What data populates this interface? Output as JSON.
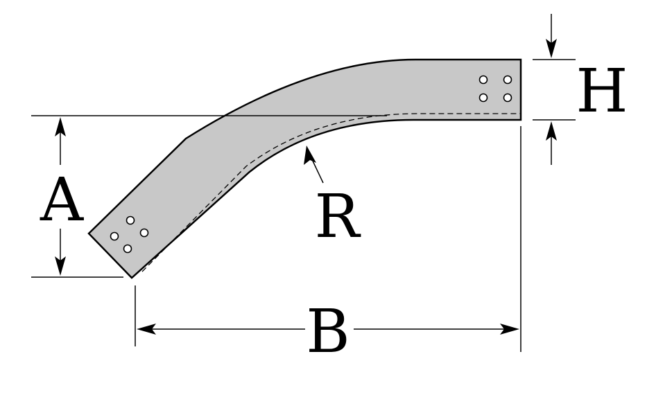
{
  "labels": {
    "a": "A",
    "b": "B",
    "h": "H",
    "r": "R"
  },
  "colors": {
    "part_fill": "#c8c8c8",
    "stroke": "#000000",
    "background": "#ffffff",
    "hole_fill": "#ffffff"
  }
}
